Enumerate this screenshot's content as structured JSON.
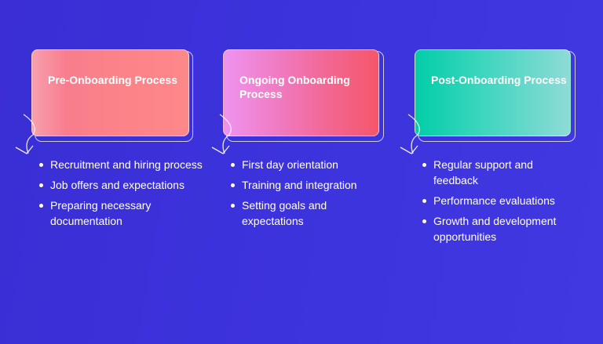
{
  "colors": {
    "background": "#3d33dd",
    "pre_card_gradient": [
      "#f79aa6",
      "#f97c8b",
      "#fd8589"
    ],
    "ongoing_card_gradient": [
      "#ee90ef",
      "#f06aa0",
      "#f5566a"
    ],
    "post_card_gradient": [
      "#0ccfa9",
      "#4fd8c6",
      "#8ddbd6"
    ]
  },
  "stages": [
    {
      "title": "Pre-Onboarding Process",
      "items": [
        "Recruitment and hiring process",
        "Job offers and expectations",
        "Preparing necessary documentation"
      ]
    },
    {
      "title": "Ongoing Onboarding Process",
      "items": [
        "First day orientation",
        "Training and integration",
        "Setting goals and expectations"
      ]
    },
    {
      "title": "Post-Onboarding Process",
      "items": [
        "Regular support and feedback",
        "Performance evaluations",
        "Growth and development opportunities"
      ]
    }
  ]
}
